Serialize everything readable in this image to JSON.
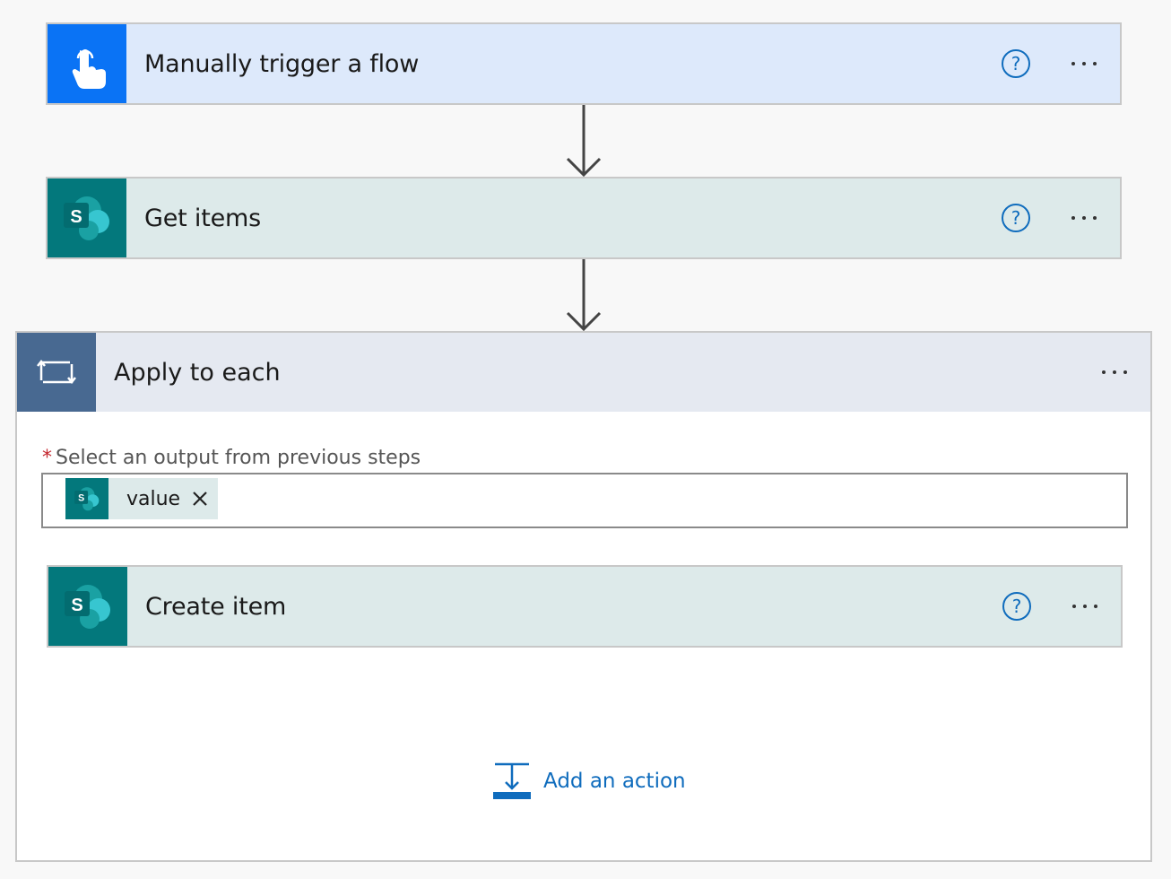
{
  "trigger": {
    "title": "Manually trigger a flow",
    "help_glyph": "?",
    "icon": "touch-hand-icon",
    "accent": "#0a73f5"
  },
  "get_items": {
    "title": "Get items",
    "help_glyph": "?",
    "icon": "sharepoint-icon",
    "accent": "#03787c"
  },
  "apply_to_each": {
    "title": "Apply to each",
    "icon": "loop-icon",
    "accent": "#486991",
    "field": {
      "required_mark": "*",
      "label": "Select an output from previous steps",
      "token": {
        "label": "value",
        "icon": "sharepoint-icon"
      }
    },
    "create_item": {
      "title": "Create item",
      "help_glyph": "?",
      "icon": "sharepoint-icon"
    },
    "add_action": {
      "label": "Add an action",
      "icon": "add-action-icon"
    }
  }
}
